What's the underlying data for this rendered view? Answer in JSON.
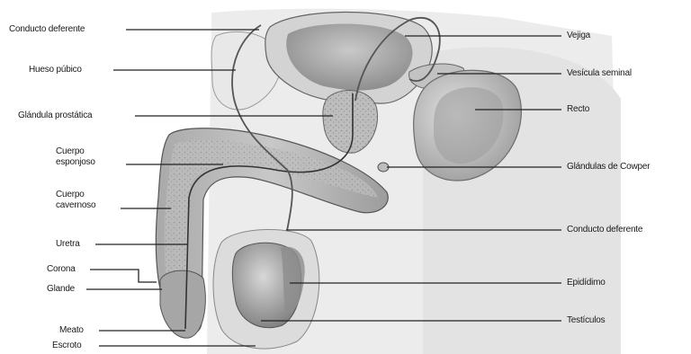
{
  "diagram": {
    "labels_left": [
      {
        "key": "conducto_deferente_top",
        "text": "Conducto deferente"
      },
      {
        "key": "hueso_pubico",
        "text": "Hueso púbico"
      },
      {
        "key": "glandula_prostatica",
        "text": "Glándula prostática"
      },
      {
        "key": "cuerpo_esponjoso",
        "text": "Cuerpo esponjoso"
      },
      {
        "key": "cuerpo_cavernoso",
        "text": "Cuerpo cavernoso"
      },
      {
        "key": "uretra",
        "text": "Uretra"
      },
      {
        "key": "corona",
        "text": "Corona"
      },
      {
        "key": "glande",
        "text": "Glande"
      },
      {
        "key": "meato",
        "text": "Meato"
      },
      {
        "key": "escroto",
        "text": "Escroto"
      }
    ],
    "labels_right": [
      {
        "key": "vejiga",
        "text": "Vejiga"
      },
      {
        "key": "vesicula_seminal",
        "text": "Vesícula seminal"
      },
      {
        "key": "recto",
        "text": "Recto"
      },
      {
        "key": "glandulas_cowper",
        "text": "Glándulas de Cowper"
      },
      {
        "key": "conducto_deferente_right",
        "text": "Conducto deferente"
      },
      {
        "key": "epididimo",
        "text": "Epidídimo"
      },
      {
        "key": "testiculos",
        "text": "Testículos"
      }
    ],
    "colors": {
      "tissue_light": "#d9d9d9",
      "tissue_mid": "#b5b5b5",
      "tissue_dark": "#8a8a8a",
      "outline": "#4a4a4a",
      "leader": "#222222"
    }
  }
}
